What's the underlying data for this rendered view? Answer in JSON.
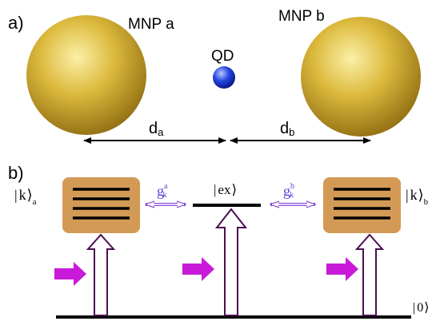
{
  "panel_a": {
    "label": "a)",
    "mnp_a": "MNP a",
    "mnp_b": "MNP b",
    "qd": "QD",
    "d_a": {
      "base": "d",
      "sub": "a"
    },
    "d_b": {
      "base": "d",
      "sub": "b"
    }
  },
  "panel_b": {
    "label": "b)",
    "ket_a": {
      "left": "|",
      "text": "k",
      "right": "⟩",
      "sub": "a"
    },
    "ket_b": {
      "left": "|",
      "text": "k",
      "right": "⟩",
      "sub": "b"
    },
    "ket_ex": {
      "left": "|",
      "text": "ex",
      "right": "⟩"
    },
    "ket_0": {
      "left": "|",
      "text": "0",
      "right": "⟩"
    },
    "coupling_a": {
      "base": "g",
      "sup": "a",
      "sub": "k"
    },
    "coupling_b": {
      "base": "g",
      "sup": "b",
      "sub": "k"
    }
  },
  "colors": {
    "sphere_gold": "#d8b53a",
    "qd_blue": "#1f3fd6",
    "box_orange": "#d39a55",
    "coupling_purple": "#8a4fd8",
    "pump_magenta": "#c81ad8",
    "up_arrow_outline": "#4a1050"
  }
}
